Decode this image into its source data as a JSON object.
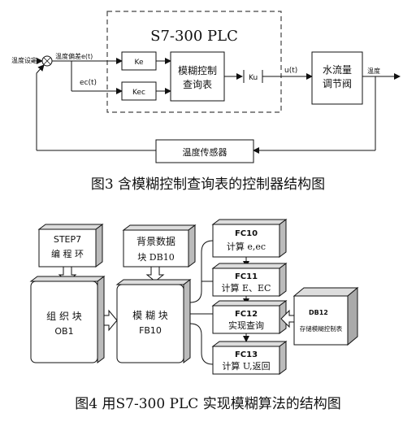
{
  "fig3": {
    "plc_title": "S7-300 PLC",
    "temp_setpoint": "温度设定",
    "temp_error": "温度偏差e(t)",
    "ec": "ec(t)",
    "ke": "Ke",
    "kec": "Kec",
    "fuzzy_table_line1": "模糊控制",
    "fuzzy_table_line2": "查询表",
    "ku": "Ku",
    "ut": "u(t)",
    "valve_line1": "水流量",
    "valve_line2": "调节阀",
    "output": "温度",
    "sensor": "温度传感器",
    "caption": "图3  含模糊控制查询表的控制器结构图"
  },
  "fig4": {
    "step7_line1": "STEP7",
    "step7_line2": "编 程 环",
    "db10_line1": "背景数据",
    "db10_line2": "块 DB10",
    "ob1_line1": "组 织 块",
    "ob1_line2": "OB1",
    "fb10_line1": "模 糊 块",
    "fb10_line2": "FB10",
    "fc10_title": "FC10",
    "fc10_desc": "计算 e,ec",
    "fc11_title": "FC11",
    "fc11_desc": "计算 E、EC",
    "fc12_title": "FC12",
    "fc12_desc": "实现查询",
    "fc13_title": "FC13",
    "fc13_desc": "计算 U,返回",
    "db12_title": "DB12",
    "db12_desc": "存储模糊控制表",
    "caption": "图4  用S7-300 PLC 实现模糊算法的结构图"
  }
}
